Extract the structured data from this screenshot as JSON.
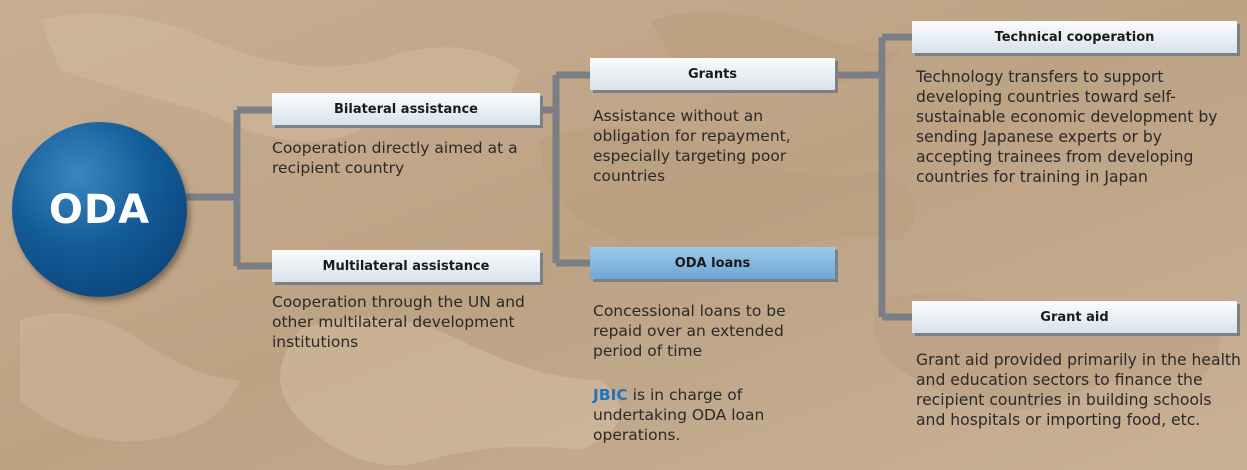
{
  "root": {
    "label": "ODA"
  },
  "bilateral": {
    "title": "Bilateral assistance",
    "description": "Cooperation directly aimed at a recipient country"
  },
  "multilateral": {
    "title": "Multilateral assistance",
    "description": "Cooperation through the UN and other multilateral development institutions"
  },
  "grants": {
    "title": "Grants",
    "description": "Assistance without an obligation for repayment, especially targeting poor countries"
  },
  "oda_loans": {
    "title": "ODA loans",
    "description": "Concessional loans to be repaid over an extended period of time",
    "note_highlight": "JBIC",
    "note_rest": " is in charge of undertaking ODA loan operations."
  },
  "technical_cooperation": {
    "title": "Technical cooperation",
    "description": "Technology transfers to support developing countries toward self-sustainable economic development by sending Japanese experts or by accepting trainees from developing countries for training in Japan"
  },
  "grant_aid": {
    "title": "Grant aid",
    "description": "Grant aid provided primarily in the health and education sectors to finance the recipient countries in building schools and hospitals or importing food, etc."
  },
  "colors": {
    "root_circle": "#135b98",
    "connector": "#7b7f85",
    "header_blue": "#7fb3dd",
    "jbic_highlight": "#1f76c0",
    "background": "#c4ab8e"
  }
}
